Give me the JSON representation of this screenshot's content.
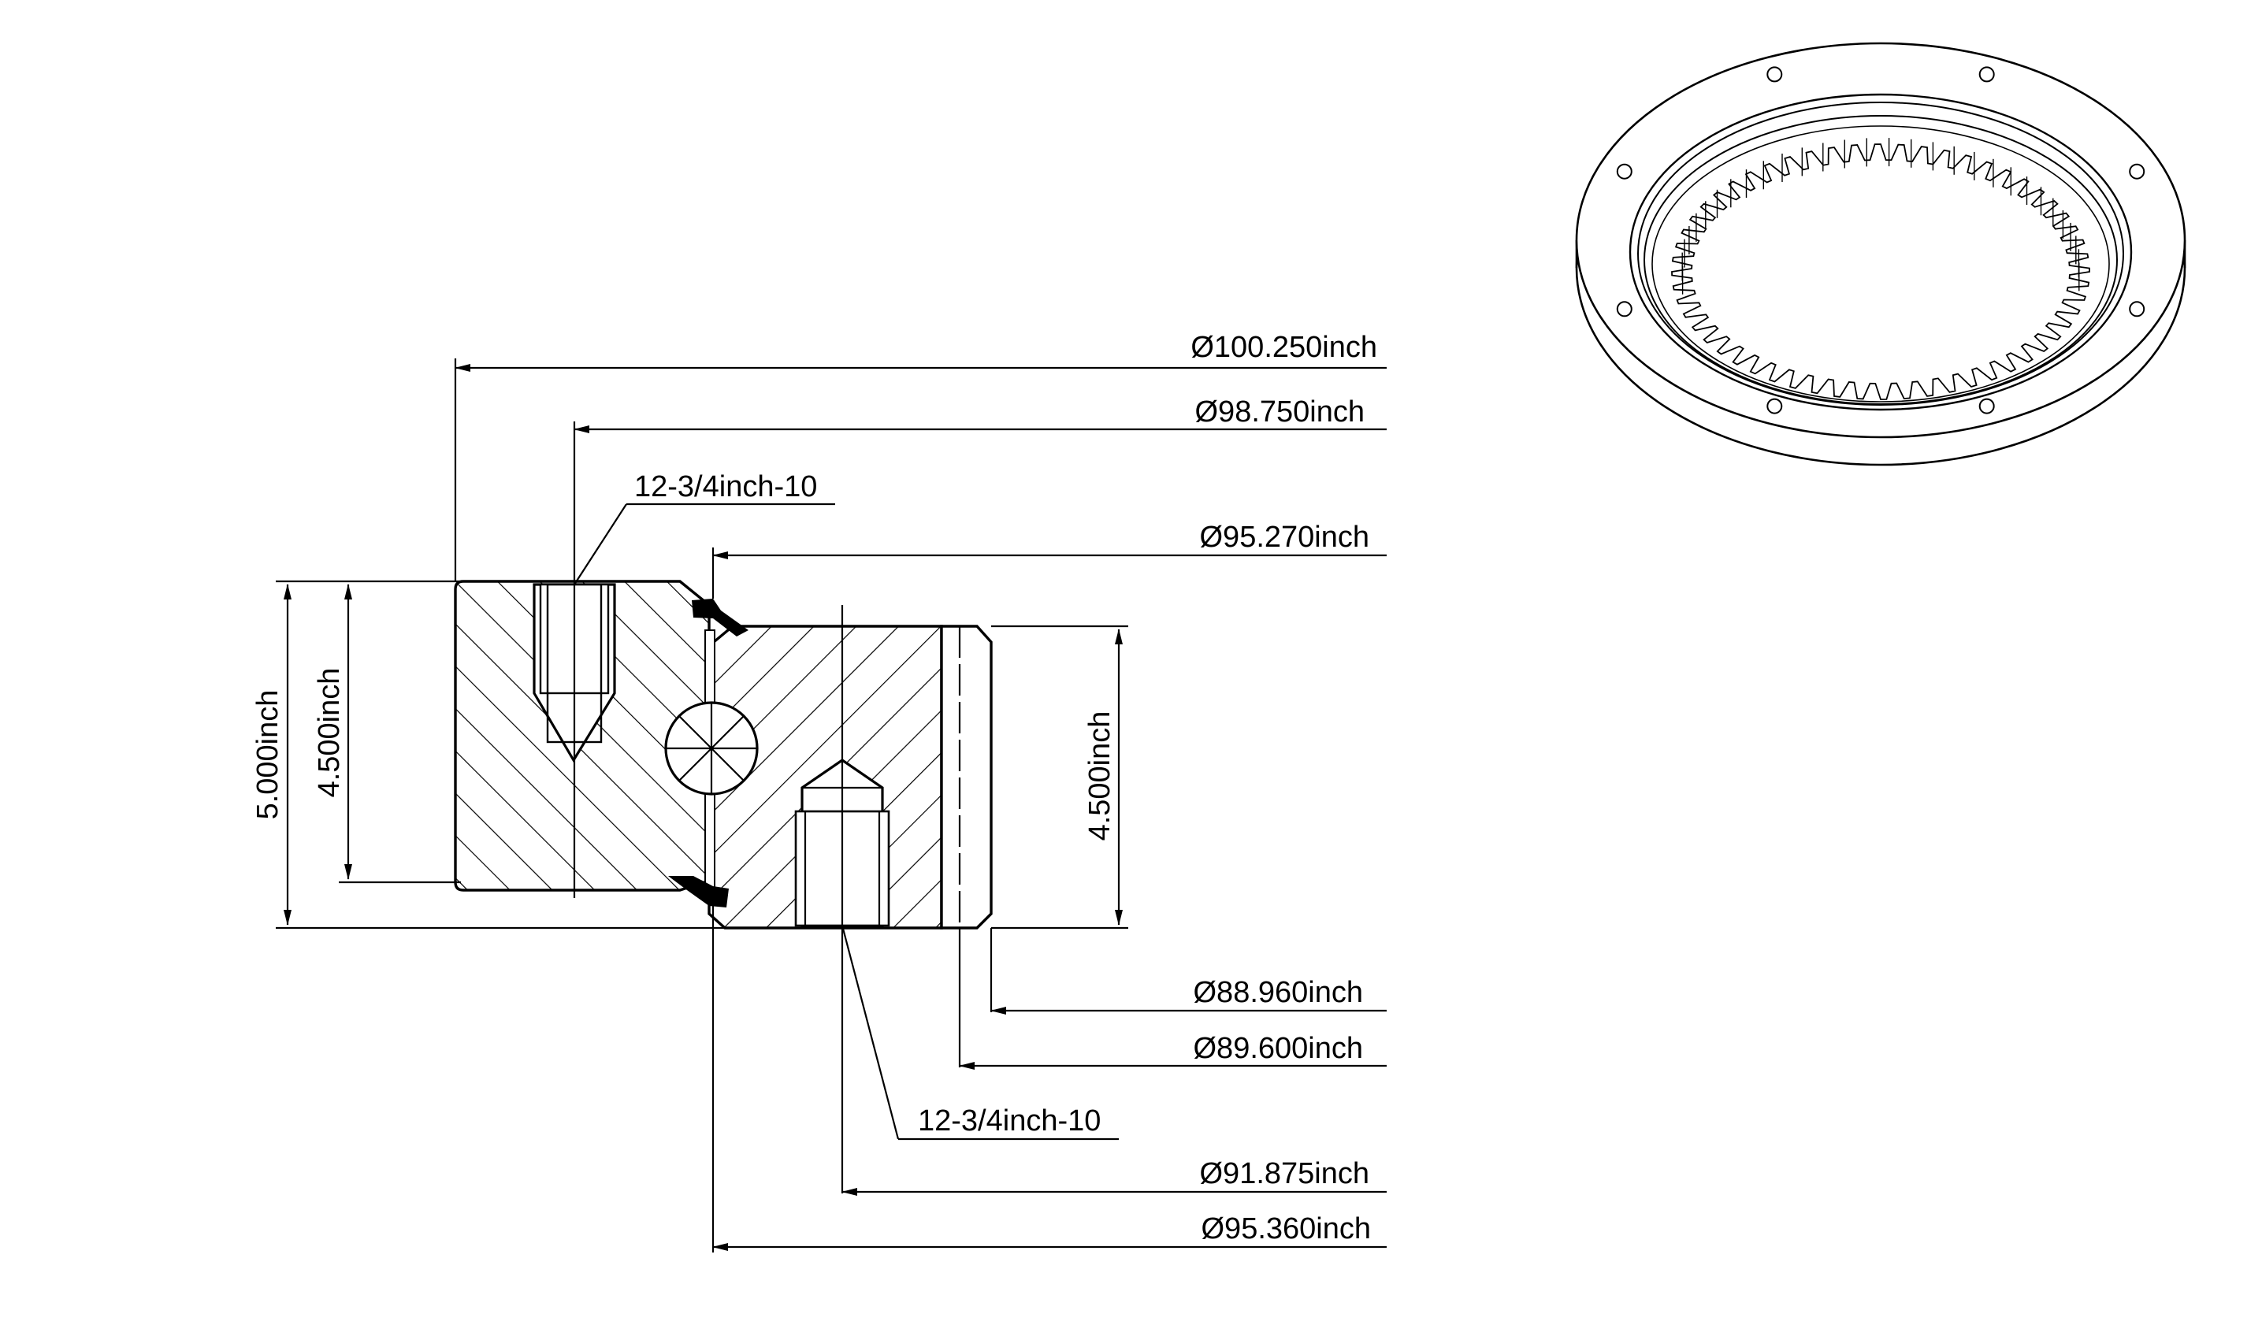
{
  "dimensions": {
    "d_100_250": "Ø100.250inch",
    "d_98_750": "Ø98.750inch",
    "d_95_270": "Ø95.270inch",
    "d_88_960": "Ø88.960inch",
    "d_89_600": "Ø89.600inch",
    "d_91_875": "Ø91.875inch",
    "d_95_360": "Ø95.360inch",
    "thread_top": "12-3/4inch-10",
    "thread_bottom": "12-3/4inch-10",
    "height_total": "5.000inch",
    "height_outer": "4.500inch",
    "height_inner": "4.500inch"
  },
  "gear": {
    "teeth": 56,
    "mounting_holes": 8
  },
  "colors": {
    "line": "#000000",
    "background": "#ffffff"
  }
}
